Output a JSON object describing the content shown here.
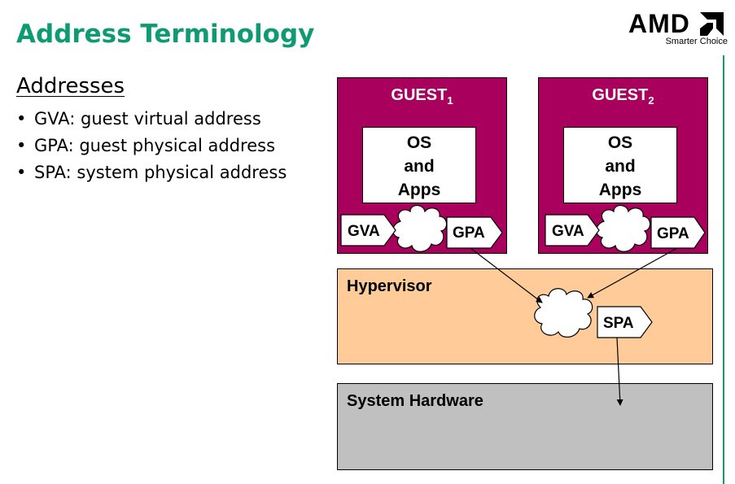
{
  "slide": {
    "title": "Address Terminology"
  },
  "logo": {
    "wordmark": "AMD",
    "tagline": "Smarter Choice",
    "accent_color": "#0e9a72"
  },
  "content": {
    "heading": "Addresses",
    "bullets": [
      "GVA: guest virtual address",
      "GPA: guest physical address",
      "SPA: system physical address"
    ]
  },
  "diagram": {
    "guests": [
      {
        "name": "GUEST",
        "subscript": "1",
        "os_box": [
          "OS",
          "and",
          "Apps"
        ],
        "virtual_tag": "GVA",
        "physical_tag": "GPA"
      },
      {
        "name": "GUEST",
        "subscript": "2",
        "os_box": [
          "OS",
          "and",
          "Apps"
        ],
        "virtual_tag": "GVA",
        "physical_tag": "GPA"
      }
    ],
    "hypervisor": {
      "label": "Hypervisor",
      "tag": "SPA"
    },
    "hardware": {
      "label": "System Hardware"
    },
    "colors": {
      "guest": "#a8005c",
      "hypervisor": "#ffcc99",
      "hardware": "#c0c0c0"
    }
  }
}
